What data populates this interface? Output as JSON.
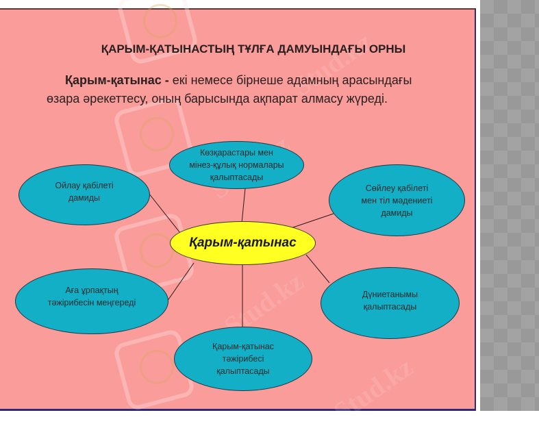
{
  "slide": {
    "title": "ҚАРЫМ-ҚАТЫНАСТЫҢ ТҰЛҒА ДАМУЫНДАҒЫ ОРНЫ",
    "definition": {
      "term": "Қарым-қатынас",
      "dash": " - ",
      "line1_rest": "екі немесе бірнеше адамның арасындағы",
      "line2": "өзара әрекеттесу, оның барысында ақпарат алмасу жүреді."
    }
  },
  "diagram": {
    "center": "Қарым-қатынас",
    "nodes": [
      {
        "id": "views",
        "text": "Көзқарастары мен\nмінез-құлық нормалары\nқалыптасады"
      },
      {
        "id": "thinking",
        "text": "Ойлау қабілеті\nдамиды"
      },
      {
        "id": "speech",
        "text": "Сөйлеу қабілеті\nмен тіл мәдениеті\nдамиды"
      },
      {
        "id": "elders",
        "text": "Аға ұрпақтың\nтәжірибесін меңгереді"
      },
      {
        "id": "worldview",
        "text": "Дүниетанымы\nқалыптасады"
      },
      {
        "id": "experience",
        "text": "Қарым-қатынас\nтәжірибесі\nқалыптасады"
      }
    ],
    "colors": {
      "node_fill": "#12AFC6",
      "center_fill": "#FFFF22",
      "background": "#F99C9A"
    }
  },
  "watermark": {
    "text": "Stud.kz"
  }
}
